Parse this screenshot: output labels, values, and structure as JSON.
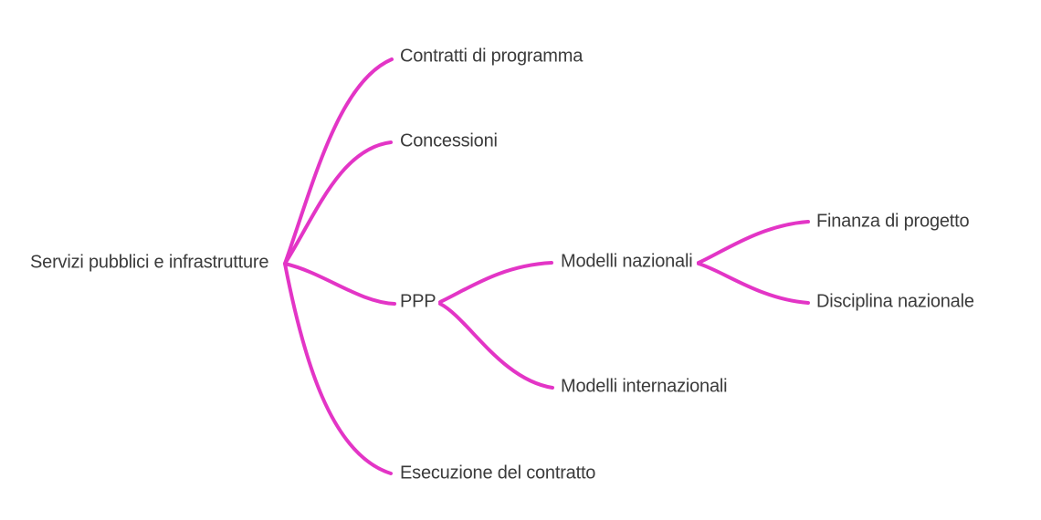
{
  "diagram_type": "mindmap",
  "colors": {
    "background": "#ffffff",
    "branch_line": "#e335c6",
    "label_text": "#3b3b3b"
  },
  "nodes": {
    "root": {
      "label": "Servizi pubblici e infrastrutture"
    },
    "contratti": {
      "label": "Contratti di programma"
    },
    "concessioni": {
      "label": "Concessioni"
    },
    "ppp": {
      "label": "PPP"
    },
    "esecuzione": {
      "label": "Esecuzione del contratto"
    },
    "modelli_nazionali": {
      "label": "Modelli nazionali"
    },
    "modelli_internazionali": {
      "label": "Modelli internazionali"
    },
    "finanza": {
      "label": "Finanza di progetto"
    },
    "disciplina": {
      "label": "Disciplina nazionale"
    }
  },
  "hierarchy": {
    "root": [
      "contratti",
      "concessioni",
      "ppp",
      "esecuzione"
    ],
    "ppp": [
      "modelli_nazionali",
      "modelli_internazionali"
    ],
    "modelli_nazionali": [
      "finanza",
      "disciplina"
    ]
  }
}
